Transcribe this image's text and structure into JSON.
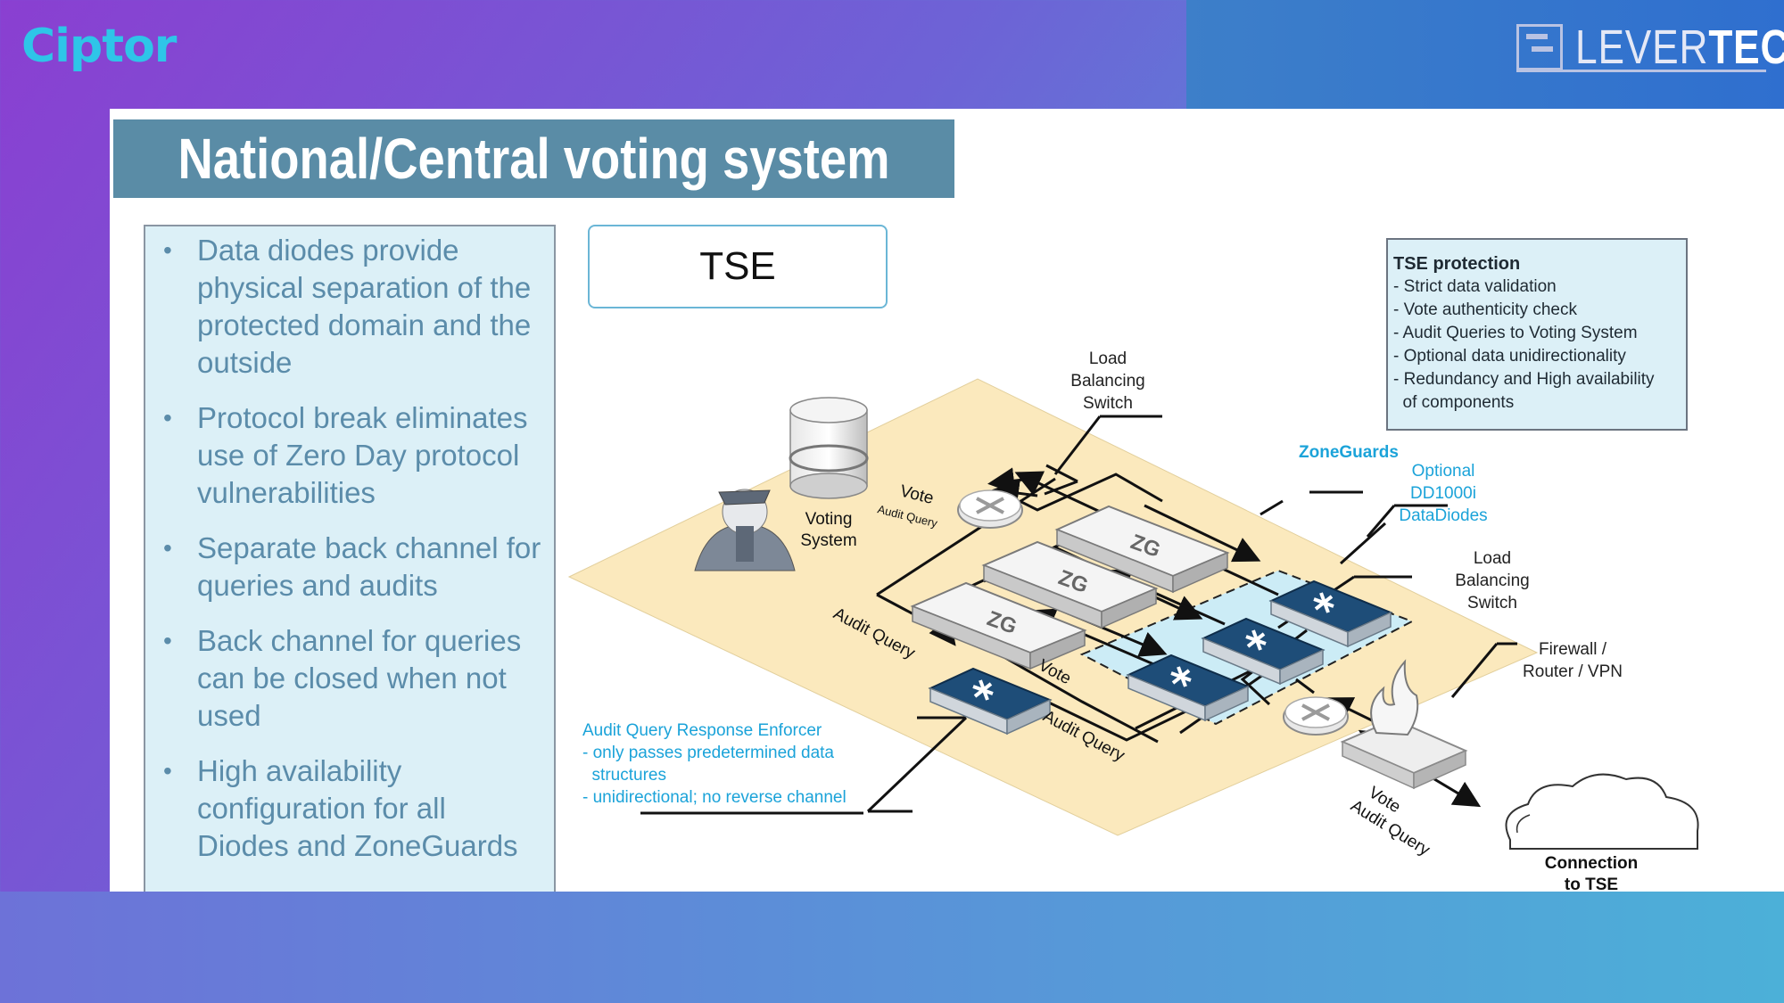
{
  "branding": {
    "left_logo": "Ciptor",
    "right_logo_light": "LEVER",
    "right_logo_bold": "TECH"
  },
  "slide": {
    "title": "National/Central voting system",
    "bullets": [
      "Data diodes provide physical separation of the protected domain and the outside",
      "Protocol break eliminates use of Zero Day protocol vulnerabilities",
      "Separate back channel for queries and audits",
      "Back channel for queries can be closed when not used",
      "High availability configuration for all Diodes and ZoneGuards"
    ],
    "tse_label": "TSE"
  },
  "protection": {
    "heading": "TSE protection",
    "items": [
      "- Strict data validation",
      "- Vote authenticity check",
      "- Audit Queries to Voting System",
      "- Optional data unidirectionality",
      "- Redundancy and High availability",
      "  of components"
    ]
  },
  "diagram": {
    "load_balancing_switch_top": [
      "Load",
      "Balancing",
      "Switch"
    ],
    "load_balancing_switch_bottom": [
      "Load",
      "Balancing",
      "Switch"
    ],
    "voting_system": [
      "Voting",
      "System"
    ],
    "zoneguards": "ZoneGuards",
    "optional_diodes": [
      "Optional",
      "DD1000i",
      "DataDiodes"
    ],
    "firewall": [
      "Firewall /",
      "Router / VPN"
    ],
    "connection": [
      "Connection",
      "to TSE"
    ],
    "vote": "Vote",
    "audit_query": "Audit Query",
    "zg": "ZG",
    "enforcer": [
      "Audit Query Response Enforcer",
      "- only passes predetermined data",
      "  structures",
      "- unidirectional; no reverse channel"
    ]
  },
  "colors": {
    "accent_cyan": "#1ba3d9",
    "title_bar": "#5a8ca6",
    "ground": "#fbe9bd"
  }
}
